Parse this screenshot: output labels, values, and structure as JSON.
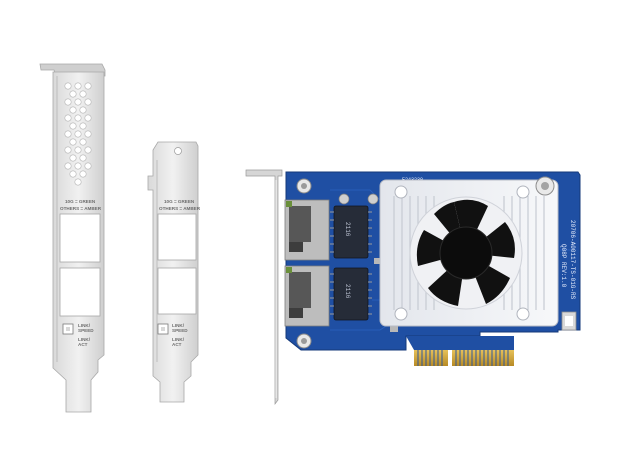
{
  "scene": {
    "type": "product-photo",
    "background": "#ffffff"
  },
  "full_height_bracket": {
    "led_legend_line1": "10G = GREEN",
    "led_legend_line2": "OTHERS = AMBER",
    "port_label_top_1": "LINK/",
    "port_label_top_2": "SPEED",
    "port_label_bottom_1": "LINK/",
    "port_label_bottom_2": "ACT"
  },
  "low_profile_bracket": {
    "led_legend_line1": "10G = GREEN",
    "led_legend_line2": "OTHERS = AMBER",
    "port_label_top_1": "LINK/",
    "port_label_top_2": "SPEED",
    "port_label_bottom_1": "LINK/",
    "port_label_bottom_2": "ACT"
  },
  "nic_card": {
    "pcb_color": "#1f4fa3",
    "revision_line1": "Q08P REV:1.0",
    "revision_line2": "20706-A00117-TS-01G-RS",
    "board_code": "E243230",
    "chip_text_top": "2116",
    "chip_text_bottom": "2116",
    "pcie_finger_color": "#d4a73a"
  }
}
